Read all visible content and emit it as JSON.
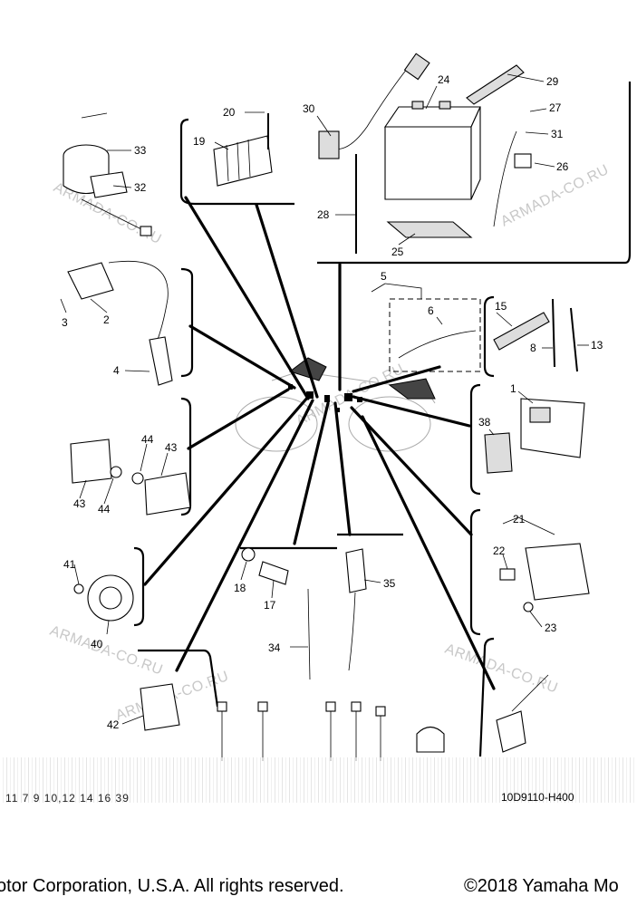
{
  "callouts": [
    {
      "id": "c24",
      "text": "24"
    },
    {
      "id": "c29",
      "text": "29"
    },
    {
      "id": "c30",
      "text": "30"
    },
    {
      "id": "c27",
      "text": "27"
    },
    {
      "id": "c20",
      "text": "20"
    },
    {
      "id": "c31",
      "text": "31"
    },
    {
      "id": "c19",
      "text": "19"
    },
    {
      "id": "c26",
      "text": "26"
    },
    {
      "id": "c33",
      "text": "33"
    },
    {
      "id": "c32",
      "text": "32"
    },
    {
      "id": "c28",
      "text": "28"
    },
    {
      "id": "c25",
      "text": "25"
    },
    {
      "id": "c5",
      "text": "5"
    },
    {
      "id": "c6",
      "text": "6"
    },
    {
      "id": "c15",
      "text": "15"
    },
    {
      "id": "c8",
      "text": "8"
    },
    {
      "id": "c13",
      "text": "13"
    },
    {
      "id": "c3",
      "text": "3"
    },
    {
      "id": "c2",
      "text": "2"
    },
    {
      "id": "c4",
      "text": "4"
    },
    {
      "id": "c1",
      "text": "1"
    },
    {
      "id": "c38",
      "text": "38"
    },
    {
      "id": "c44a",
      "text": "44"
    },
    {
      "id": "c43a",
      "text": "43"
    },
    {
      "id": "c43b",
      "text": "43"
    },
    {
      "id": "c44b",
      "text": "44"
    },
    {
      "id": "c21",
      "text": "21"
    },
    {
      "id": "c22",
      "text": "22"
    },
    {
      "id": "c23",
      "text": "23"
    },
    {
      "id": "c41",
      "text": "41"
    },
    {
      "id": "c18",
      "text": "18"
    },
    {
      "id": "c17",
      "text": "17"
    },
    {
      "id": "c35",
      "text": "35"
    },
    {
      "id": "c40",
      "text": "40"
    },
    {
      "id": "c34",
      "text": "34"
    },
    {
      "id": "c42",
      "text": "42"
    }
  ],
  "watermarks": [
    "ARMADA-CO.RU",
    "ARMADA-CO.RU",
    "ARMADA-CO.RU",
    "ARMADA-CO.RU",
    "ARMADA-CO.RU",
    "ARMADA-CO.RU"
  ],
  "footer": {
    "diagram_code": "10D9110-H400",
    "bottom_refs": "11    7    9  10,12   14     16      39",
    "copyright_left": "otor Corporation, U.S.A. All rights reserved.",
    "copyright_right": "©2018 Yamaha Mo"
  }
}
